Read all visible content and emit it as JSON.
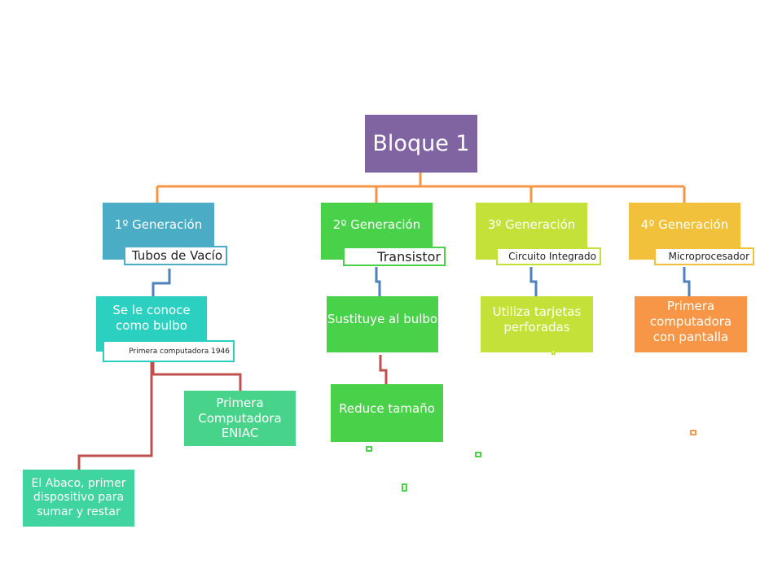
{
  "root": {
    "label": "Bloque 1",
    "color": "#8064a2"
  },
  "generations": [
    {
      "label": "1º Generación",
      "tag": "Tubos de Vacío",
      "color": "#4bacc6"
    },
    {
      "label": "2º Generación",
      "tag": "Transistor",
      "color": "#4ad14a"
    },
    {
      "label": "3º Generación",
      "tag": "Circuito Integrado",
      "color": "#c4e13a"
    },
    {
      "label": "4º Generación",
      "tag": "Microprocesador",
      "color": "#f2c13c"
    }
  ],
  "gen1": {
    "node": "Se le conoce como bulbo",
    "node_tag": "Primera computadora  1946",
    "child_eniac": "Primera Computadora ENIAC",
    "child_abaco": "El Abaco, primer dispositivo para sumar y restar"
  },
  "gen2": {
    "node": "Sustituye al bulbo",
    "child": "Reduce tamaño"
  },
  "gen3": {
    "node": "Utiliza tarjetas perforadas"
  },
  "gen4": {
    "node": "Primera computadora con pantalla"
  },
  "colors": {
    "connector_main": "#f79646",
    "connector_blue": "#4f81bd",
    "connector_red": "#c0504d",
    "teal_box": "#2cd0c0",
    "green_box": "#4ad14a",
    "eniac_box": "#47d48a",
    "abaco_box": "#40d4a0",
    "orange_box": "#f79646"
  }
}
